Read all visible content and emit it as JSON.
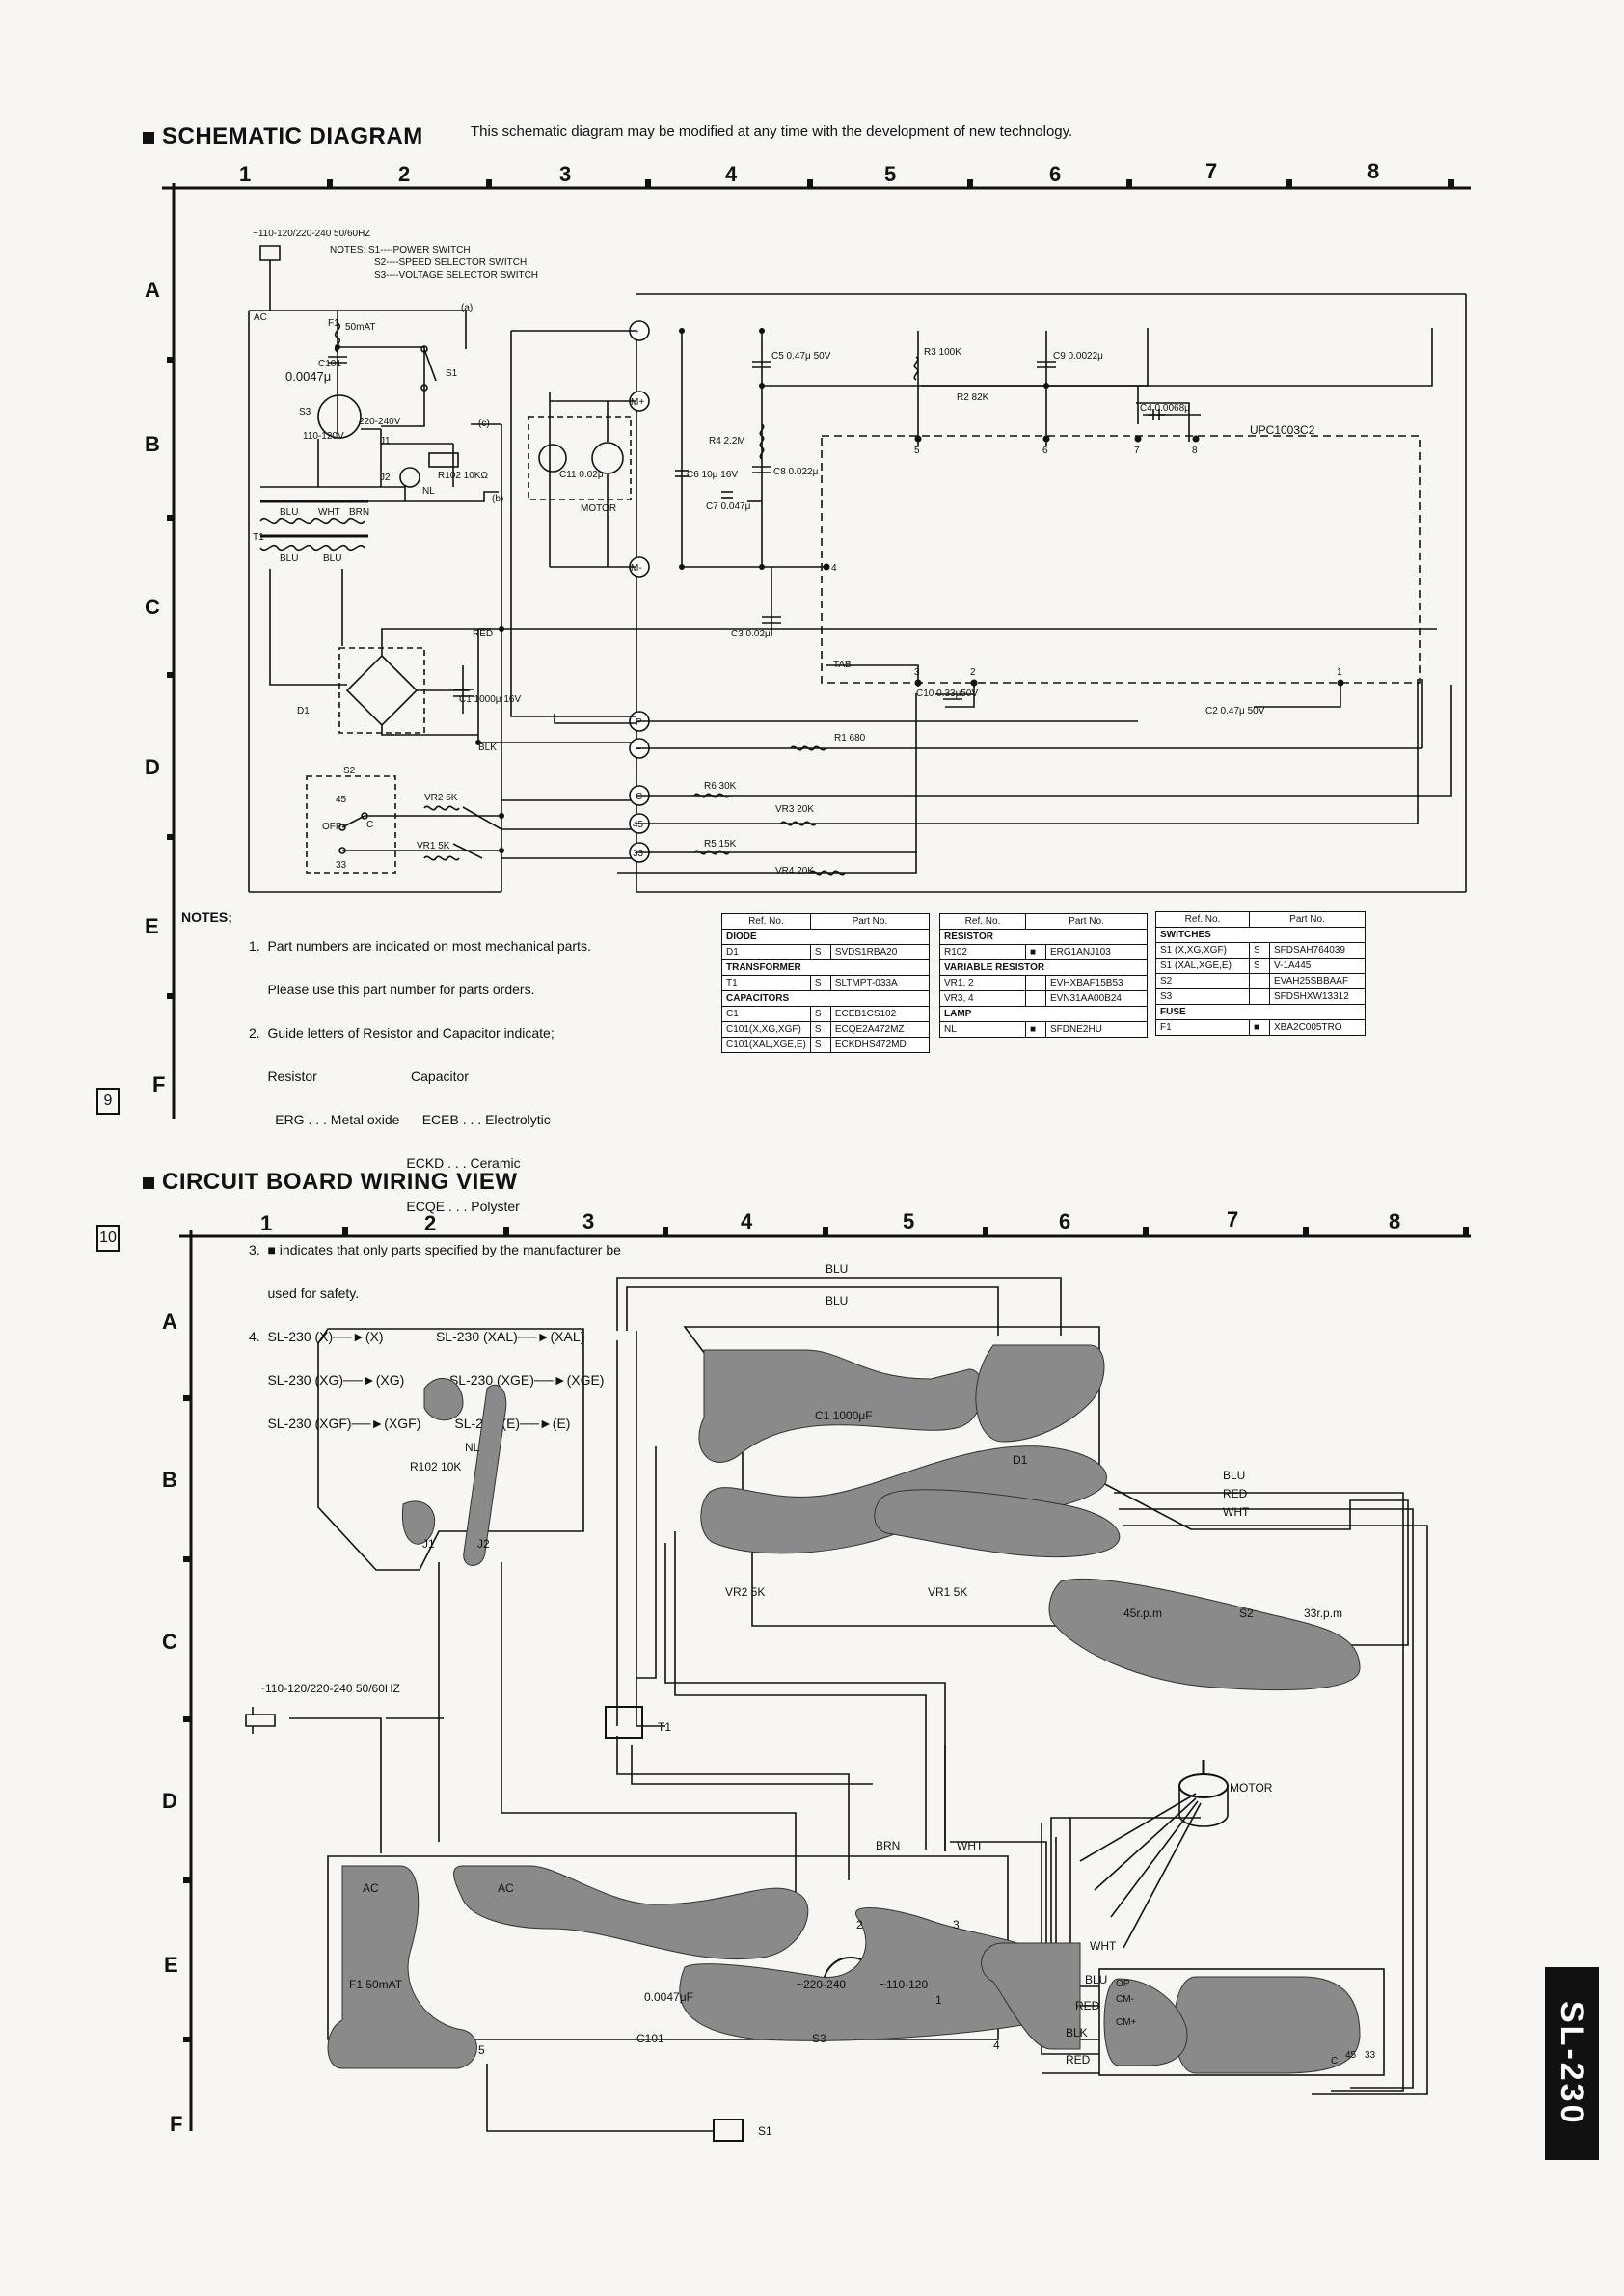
{
  "schematic": {
    "title": "SCHEMATIC DIAGRAM",
    "subtitle": "This schematic diagram may be modified at any time with the development of new technology.",
    "columns": [
      "1",
      "2",
      "3",
      "4",
      "5",
      "6",
      "7",
      "8"
    ],
    "rows": [
      "A",
      "B",
      "C",
      "D",
      "E",
      "F"
    ],
    "page_no": "9",
    "power": "~110-120/220-240 50/60HZ",
    "switch_notes": [
      "NOTES: S1----POWER SWITCH",
      "S2----SPEED SELECTOR SWITCH",
      "S3----VOLTAGE SELECTOR SWITCH"
    ],
    "labels": {
      "ac": "AC",
      "f1": "F1",
      "f1v": "50mAT",
      "c101": "C101",
      "c101v": "0.0047μ",
      "s1": "S1",
      "s3": "S3",
      "v220": "220-240V",
      "v110": "110-120V",
      "j1": "J1",
      "j2": "J2",
      "r102": "R102 10KΩ",
      "nl": "NL",
      "blu": "BLU",
      "wht": "WHT",
      "brn": "BRN",
      "t1": "T1",
      "red": "RED",
      "blk": "BLK",
      "d1": "D1",
      "c1": "C1 1000μ 16V",
      "s2": "S2",
      "off": "OFF",
      "n45": "45",
      "n33": "33",
      "nc": "C",
      "vr2": "VR2 5K",
      "vr1": "VR1 5K",
      "motor": "MOTOR",
      "c11": "C11 0.02μ",
      "c6": "C6 10μ 16V",
      "c7": "C7 0.047μ",
      "r4": "R4 2.2M",
      "c5": "C5 0.47μ 50V",
      "c8": "C8 0.022μ",
      "r3": "R3 100K",
      "c9": "C9 0.0022μ",
      "r2": "R2 82K",
      "c4": "C4 0.0068μ",
      "ic": "UPC1003C2",
      "c3": "C3 0.02μ",
      "tab": "TAB",
      "c10": "C10 0.33μ50V",
      "c2": "C2 0.47μ 50V",
      "r1": "R1 680",
      "r6": "R6 30K",
      "vr3": "VR3 20K",
      "r5": "R5 15K",
      "vr4": "VR4 20K",
      "mplus": "M+",
      "mminus": "M-",
      "plus": "+",
      "minus": "−",
      "p": "P",
      "c": "C",
      "t45": "45",
      "t33": "33",
      "pin5": "5",
      "pin6": "6",
      "pin7": "7",
      "pin8": "8",
      "pin4": "4",
      "pin3": "3",
      "pin2": "2",
      "pin1": "1",
      "sb": "S",
      "a": "(a)",
      "b": "(b)",
      "c_": "(c)"
    }
  },
  "notes": {
    "head": "NOTES;",
    "lines": [
      "1.  Part numbers are indicated on most mechanical parts.",
      "     Please use this part number for parts orders.",
      "2.  Guide letters of Resistor and Capacitor indicate;",
      "     Resistor                         Capacitor",
      "       ERG . . . Metal oxide      ECEB . . . Electrolytic",
      "                                          ECKD . . . Ceramic",
      "                                          ECQE . . . Polyster",
      "3.  ■ indicates that only parts specified by the manufacturer be",
      "     used for safety.",
      "4.  SL-230 (X)──►(X)              SL-230 (XAL)──►(XAL)",
      "     SL-230 (XG)──►(XG)            SL-230 (XGE)──►(XGE)",
      "     SL-230 (XGF)──►(XGF)         SL-230 (E)──►(E)"
    ]
  },
  "parts": {
    "h_ref": "Ref. No.",
    "h_part": "Part No.",
    "t1": [
      {
        "sect": "DIODE"
      },
      {
        "ref": "D1",
        "s": "S",
        "part": "SVDS1RBA20"
      },
      {
        "sect": "TRANSFORMER"
      },
      {
        "ref": "T1",
        "s": "S",
        "part": "SLTMPT-033A"
      },
      {
        "sect": "CAPACITORS"
      },
      {
        "ref": "C1",
        "s": "S",
        "part": "ECEB1CS102"
      },
      {
        "ref": "C101(X,XG,XGF)",
        "s": "S",
        "part": "ECQE2A472MZ"
      },
      {
        "ref": "C101(XAL,XGE,E)",
        "s": "S",
        "part": "ECKDHS472MD"
      }
    ],
    "t2": [
      {
        "sect": "RESISTOR"
      },
      {
        "ref": "R102",
        "s": "■",
        "part": "ERG1ANJ103"
      },
      {
        "sect": "VARIABLE RESISTOR"
      },
      {
        "ref": "VR1, 2",
        "s": "",
        "part": "EVHXBAF15B53"
      },
      {
        "ref": "VR3, 4",
        "s": "",
        "part": "EVN31AA00B24"
      },
      {
        "sect": "LAMP"
      },
      {
        "ref": "NL",
        "s": "■",
        "part": "SFDNE2HU"
      }
    ],
    "t3": [
      {
        "sect": "SWITCHES"
      },
      {
        "ref": "S1 (X,XG,XGF)",
        "s": "S",
        "part": "SFDSAH764039"
      },
      {
        "ref": "S1 (XAL,XGE,E)",
        "s": "S",
        "part": "V-1A445"
      },
      {
        "ref": "S2",
        "s": "",
        "part": "EVAH25SBBAAF"
      },
      {
        "ref": "S3",
        "s": "",
        "part": "SFDSHXW13312"
      },
      {
        "sect": "FUSE"
      },
      {
        "ref": "F1",
        "s": "■",
        "part": "XBA2C005TRO"
      }
    ]
  },
  "board": {
    "title": "CIRCUIT BOARD WIRING VIEW",
    "page_no": "10",
    "columns": [
      "1",
      "2",
      "3",
      "4",
      "5",
      "6",
      "7",
      "8"
    ],
    "rows": [
      "A",
      "B",
      "C",
      "D",
      "E",
      "F"
    ],
    "labels": {
      "blu1": "BLU",
      "blu2": "BLU",
      "c1": "C1 1000μF",
      "d1": "D1",
      "r102": "R102 10K",
      "nl": "NL",
      "j1": "J1",
      "j2": "J2",
      "blu3": "BLU",
      "red3": "RED",
      "wht3": "WHT",
      "vr2": "VR2 5K",
      "vr1": "VR1 5K",
      "s45": "45r.p.m",
      "s2": "S2",
      "s33": "33r.p.m",
      "power": "~110-120/220-240 50/60HZ",
      "t1": "T1",
      "motor": "MOTOR",
      "brn": "BRN",
      "wht": "WHT",
      "ac1": "AC",
      "ac2": "AC",
      "f1": "F1 50mAT",
      "c101v": "0.0047μF",
      "c101": "C101",
      "s3": "S3",
      "v220": "~220-240",
      "v110": "~110-120",
      "s1": "S1",
      "n1": "1",
      "n2": "2",
      "n3": "3",
      "n4": "4",
      "n5": "5",
      "wht4": "WHT",
      "blu4": "BLU",
      "red4": "RED",
      "blk4": "BLK",
      "red5": "RED",
      "op": "OP",
      "cmm": "CM-",
      "cmp": "CM+",
      "cn": "C",
      "n45": "45",
      "n33": "33"
    }
  },
  "model": "SL-230",
  "colors": {
    "ink": "#111111",
    "paper": "#f7f6f3",
    "board": "#8a8a8a",
    "trace": "#444444"
  }
}
